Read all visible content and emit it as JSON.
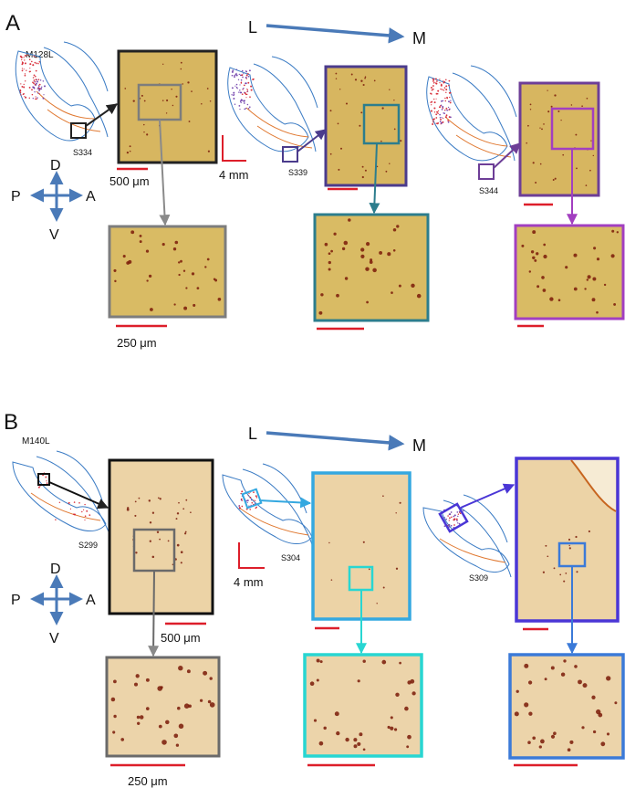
{
  "panels": {
    "A": {
      "letter": "A",
      "case_id": "M128L",
      "sections": [
        "S334",
        "S339",
        "S344"
      ],
      "scale_large": "500 μm",
      "scale_small": "250 μm",
      "scale_overview": "4 mm"
    },
    "B": {
      "letter": "B",
      "case_id": "M140L",
      "sections": [
        "S299",
        "S304",
        "S309"
      ],
      "scale_large": "500 μm",
      "scale_small": "250 μm",
      "scale_overview": "4 mm"
    }
  },
  "axes": {
    "lm": {
      "left": "L",
      "right": "M"
    },
    "compass": {
      "dorsal": "D",
      "ventral": "V",
      "posterior": "P",
      "anterior": "A"
    }
  },
  "colors": {
    "arrow_blue": "#4a7ab8",
    "outline_blue": "#3a7bc4",
    "orange": "#e07830",
    "scale_red": "#dd1e2a",
    "label_red": "#d51f2b",
    "purple_dots": "#6c3aa8",
    "tissue_A": "#d7b660",
    "tissue_B": "#ecd3a6",
    "cell": "#7a1a08",
    "A_frames": [
      "#222222",
      "#4b3b8c",
      "#6d3e97"
    ],
    "A_zooms": [
      "#7d7d7d",
      "#2c7d8d",
      "#a23fc0"
    ],
    "B_frames": [
      "#111111",
      "#34a8e0",
      "#4a36d6"
    ],
    "B_zooms": [
      "#6a6a6a",
      "#28d6d2",
      "#3b7ad8"
    ]
  }
}
